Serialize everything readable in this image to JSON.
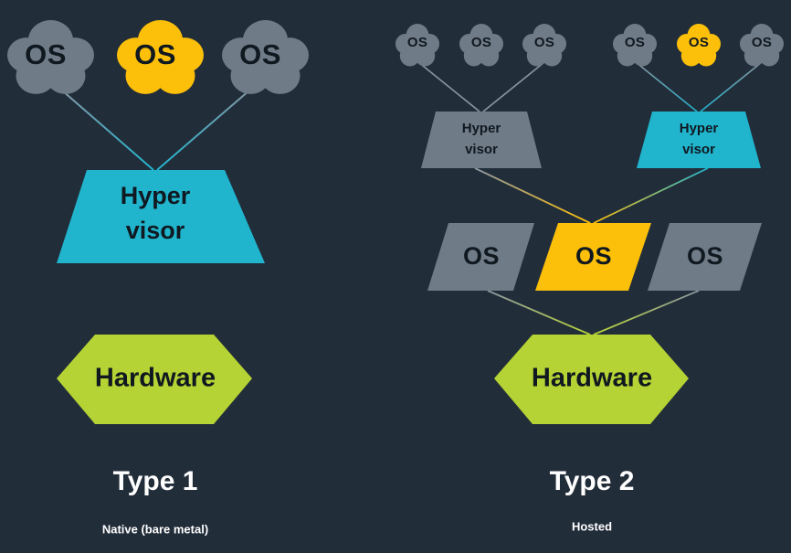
{
  "background_color": "#222d3a",
  "palette": {
    "gray": "#6f7b87",
    "yellow": "#fcc00a",
    "cyan": "#20b4cd",
    "green": "#b5d334",
    "label_dark": "#101820",
    "caption_white": "#ffffff"
  },
  "panels": [
    {
      "id": "type1",
      "caption_title": "Type 1",
      "caption_subtitle": "Native (bare metal)",
      "os_clouds": [
        {
          "label": "OS",
          "color": "gray"
        },
        {
          "label": "OS",
          "color": "yellow"
        },
        {
          "label": "OS",
          "color": "gray"
        }
      ],
      "hypervisors": [
        {
          "line1": "Hyper",
          "line2": "visor",
          "color": "cyan"
        }
      ],
      "hardware": {
        "label": "Hardware",
        "color": "green"
      }
    },
    {
      "id": "type2",
      "caption_title": "Type 2",
      "caption_subtitle": "Hosted",
      "os_clouds_left": [
        {
          "label": "OS",
          "color": "gray"
        },
        {
          "label": "OS",
          "color": "gray"
        },
        {
          "label": "OS",
          "color": "gray"
        }
      ],
      "os_clouds_right": [
        {
          "label": "OS",
          "color": "gray"
        },
        {
          "label": "OS",
          "color": "yellow"
        },
        {
          "label": "OS",
          "color": "gray"
        }
      ],
      "hypervisors": [
        {
          "line1": "Hyper",
          "line2": "visor",
          "color": "gray"
        },
        {
          "line1": "Hyper",
          "line2": "visor",
          "color": "cyan"
        }
      ],
      "host_os_row": [
        {
          "label": "OS",
          "color": "gray"
        },
        {
          "label": "OS",
          "color": "yellow"
        },
        {
          "label": "OS",
          "color": "gray"
        }
      ],
      "hardware": {
        "label": "Hardware",
        "color": "green"
      }
    }
  ]
}
